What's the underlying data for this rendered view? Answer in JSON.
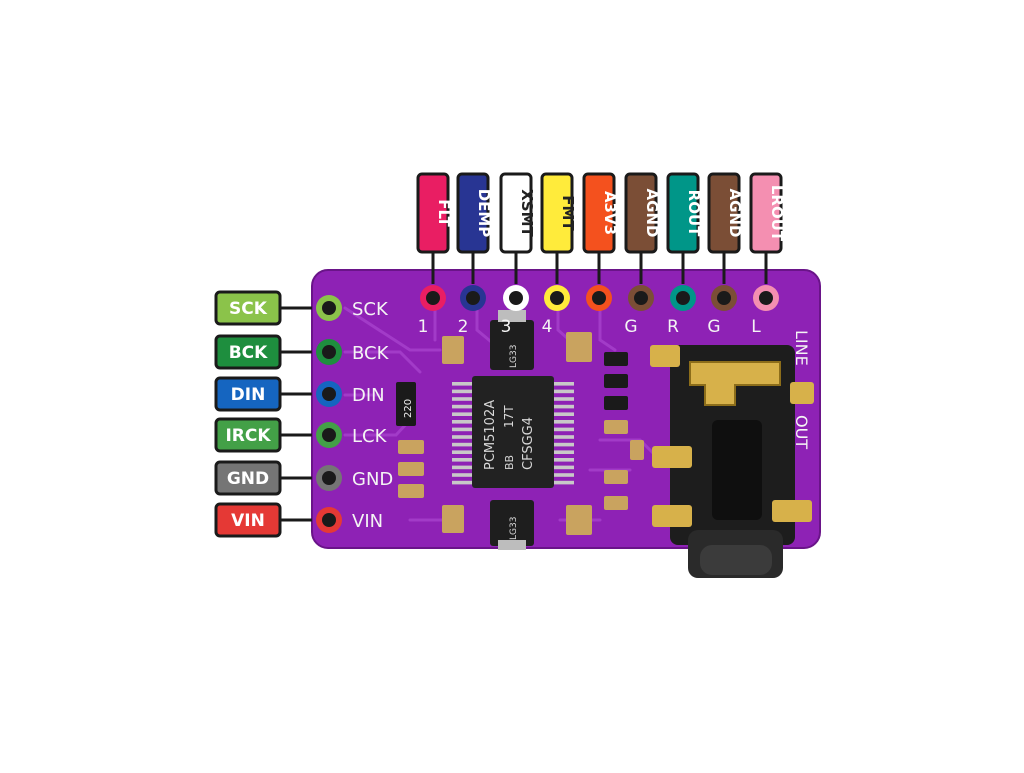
{
  "board": {
    "pcb_color": "#8e22b5",
    "pad_color": "#d7b14a",
    "silk_color": "#f4f4f4"
  },
  "left_pins": [
    {
      "label": "SCK",
      "silk": "SCK",
      "color": "#8bc34a",
      "text_color": "#ffffff"
    },
    {
      "label": "BCK",
      "silk": "BCK",
      "color": "#1e8e3e",
      "text_color": "#ffffff"
    },
    {
      "label": "DIN",
      "silk": "DIN",
      "color": "#1565c0",
      "text_color": "#ffffff"
    },
    {
      "label": "IRCK",
      "silk": "LCK",
      "color": "#43a047",
      "text_color": "#ffffff"
    },
    {
      "label": "GND",
      "silk": "GND",
      "color": "#757575",
      "text_color": "#ffffff"
    },
    {
      "label": "VIN",
      "silk": "VIN",
      "color": "#e53935",
      "text_color": "#ffffff"
    }
  ],
  "top_pins": [
    {
      "label": "FLT",
      "silk": "1",
      "color": "#e91e63",
      "text_color": "#ffffff"
    },
    {
      "label": "DEMP",
      "silk": "2",
      "color": "#283593",
      "text_color": "#ffffff"
    },
    {
      "label": "XSMT",
      "silk": "3",
      "color": "#ffffff",
      "text_color": "#222222"
    },
    {
      "label": "FMT",
      "silk": "4",
      "color": "#ffeb3b",
      "text_color": "#222222"
    },
    {
      "label": "A3V3",
      "silk": "",
      "color": "#f4511e",
      "text_color": "#ffffff"
    },
    {
      "label": "AGND",
      "silk": "G",
      "color": "#7b4e36",
      "text_color": "#ffffff"
    },
    {
      "label": "ROUT",
      "silk": "R",
      "color": "#009688",
      "text_color": "#ffffff"
    },
    {
      "label": "AGND",
      "silk": "G",
      "color": "#7b4e36",
      "text_color": "#ffffff"
    },
    {
      "label": "LROUT",
      "silk": "L",
      "color": "#f48fb1",
      "text_color": "#ffffff"
    }
  ],
  "chip": {
    "line1": "PCM5102A",
    "line2a": "BB",
    "line2b": "17T",
    "line3": "CFSGG4"
  },
  "silkscreen": {
    "line": "LINE",
    "out": "OUT",
    "resistor": "220",
    "reg1": "LG33",
    "reg2": "LG33"
  }
}
